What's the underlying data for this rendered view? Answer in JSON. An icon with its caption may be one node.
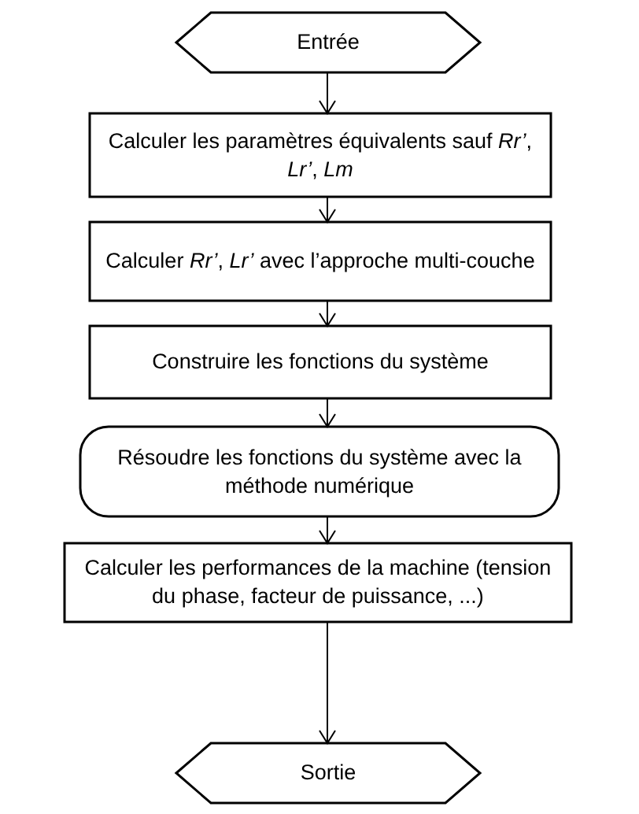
{
  "diagram": {
    "nodes": [
      {
        "text": [
          "Entrée"
        ]
      },
      {
        "text": [
          "Calculer les paramètres équivalents sauf *Rr’*, *Lr’*, *Lm*"
        ]
      },
      {
        "text": [
          "Calculer *Rr’*, *Lr’* avec l’approche multi-couche"
        ]
      },
      {
        "text": [
          "Construire les fonctions du système"
        ]
      },
      {
        "text": [
          "Résoudre les fonctions du système avec la méthode numérique"
        ]
      },
      {
        "text": [
          "Calculer les performances de la machine (tension du phase, facteur de puissance, ...)"
        ]
      },
      {
        "text": [
          "Sortie"
        ]
      }
    ],
    "edges": [
      {
        "from": 0,
        "to": 1,
        "arrow": "to"
      },
      {
        "from": 1,
        "to": 2,
        "arrow": "to"
      },
      {
        "from": 2,
        "to": 3,
        "arrow": "to"
      },
      {
        "from": 3,
        "to": 4,
        "arrow": "to"
      },
      {
        "from": 4,
        "to": 5,
        "arrow": "to"
      },
      {
        "from": 5,
        "to": 6,
        "arrow": "to"
      }
    ]
  }
}
